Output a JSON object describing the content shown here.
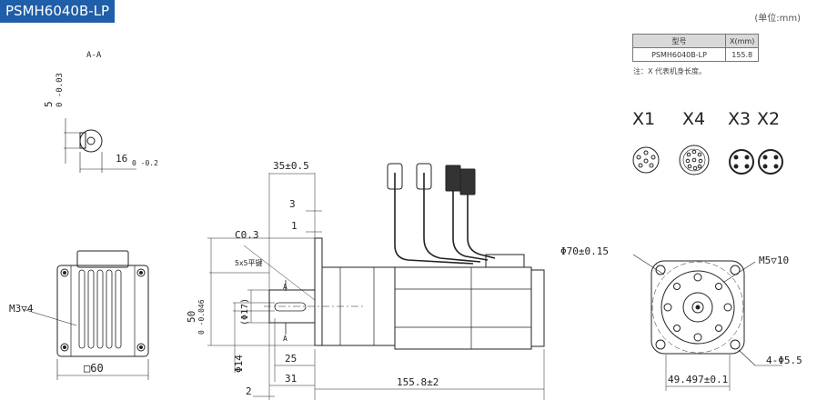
{
  "header": {
    "model_badge": "PSMH6040B-LP",
    "unit_note": "(单位:mm)"
  },
  "spec_table": {
    "columns": [
      "型号",
      "X(mm)"
    ],
    "rows": [
      {
        "model": "PSMH6040B-LP",
        "x": "155.8"
      }
    ],
    "footnote": "注：X 代表机身长度。"
  },
  "connectors": {
    "x1": "X1",
    "x4": "X4",
    "x3": "X3",
    "x2": "X2"
  },
  "section_view": {
    "label": "A-A",
    "dim_height": "5",
    "dim_height_tol": "0 -0.03",
    "dim_depth": "16",
    "dim_depth_tol": "0 -0.2"
  },
  "side_view": {
    "dim_35": "35±0.5",
    "dim_3": "3",
    "dim_1": "1",
    "chamfer": "C0.3",
    "keyway": "5x5平键",
    "section_mark": "A",
    "dim_phi17": "(Φ17)",
    "dim_50": "50",
    "dim_50_tol": "0 -0.046",
    "dim_phi14": "Φ14",
    "dim_25": "25",
    "dim_31": "31",
    "dim_2": "2",
    "body_length": "155.8±2"
  },
  "front_view": {
    "mount_hole": "M3▽4",
    "square": "□60"
  },
  "flange_view": {
    "pcd": "Φ70±0.15",
    "thread": "M5▽10",
    "holes": "4-Φ5.5",
    "width": "49.497±0.1"
  }
}
